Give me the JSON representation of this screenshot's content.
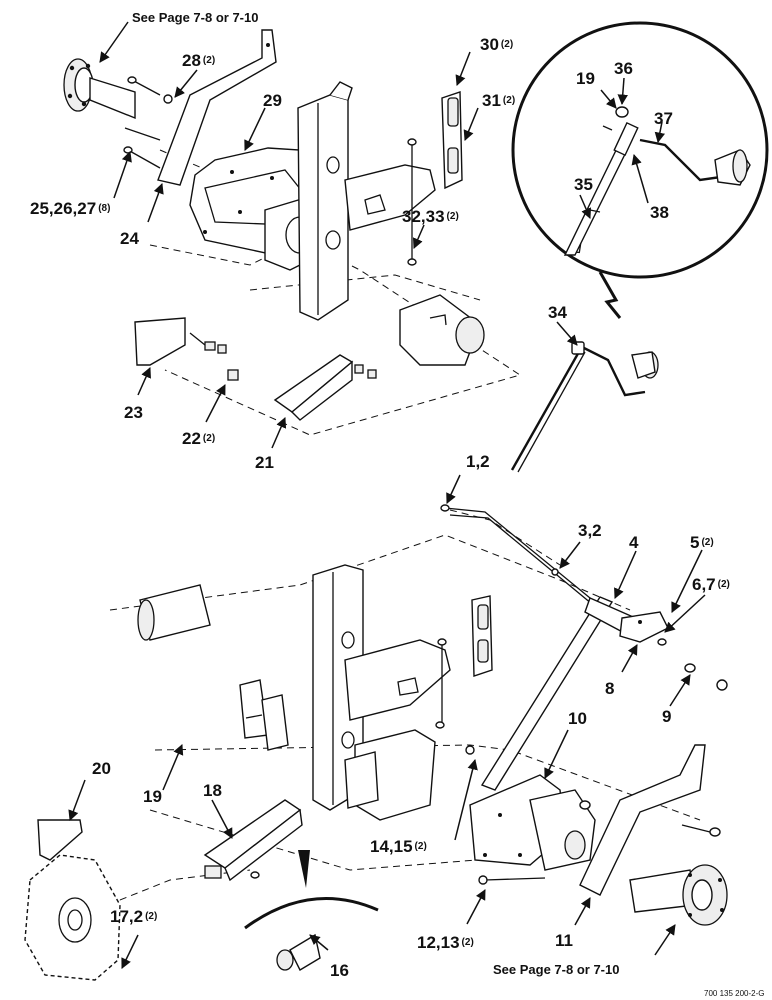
{
  "diagram": {
    "ref_note_top": "See Page 7-8 or 7-10",
    "ref_note_bottom": "See Page 7-8 or 7-10",
    "doc_number": "700 135 200-2-G",
    "callouts": [
      {
        "id": "c28",
        "label": "28",
        "qty": "(2)"
      },
      {
        "id": "c29",
        "label": "29",
        "qty": ""
      },
      {
        "id": "c30",
        "label": "30",
        "qty": "(2)"
      },
      {
        "id": "c31",
        "label": "31",
        "qty": "(2)"
      },
      {
        "id": "c19a",
        "label": "19",
        "qty": ""
      },
      {
        "id": "c36",
        "label": "36",
        "qty": ""
      },
      {
        "id": "c37",
        "label": "37",
        "qty": ""
      },
      {
        "id": "c35",
        "label": "35",
        "qty": ""
      },
      {
        "id": "c38",
        "label": "38",
        "qty": ""
      },
      {
        "id": "c25",
        "label": "25,26,27",
        "qty": "(8)"
      },
      {
        "id": "c24",
        "label": "24",
        "qty": ""
      },
      {
        "id": "c32",
        "label": "32,33",
        "qty": "(2)"
      },
      {
        "id": "c34",
        "label": "34",
        "qty": ""
      },
      {
        "id": "c23",
        "label": "23",
        "qty": ""
      },
      {
        "id": "c22",
        "label": "22",
        "qty": "(2)"
      },
      {
        "id": "c21",
        "label": "21",
        "qty": ""
      },
      {
        "id": "c1",
        "label": "1,2",
        "qty": ""
      },
      {
        "id": "c3",
        "label": "3,2",
        "qty": ""
      },
      {
        "id": "c4",
        "label": "4",
        "qty": ""
      },
      {
        "id": "c5",
        "label": "5",
        "qty": "(2)"
      },
      {
        "id": "c6",
        "label": "6,7",
        "qty": "(2)"
      },
      {
        "id": "c8",
        "label": "8",
        "qty": ""
      },
      {
        "id": "c9",
        "label": "9",
        "qty": ""
      },
      {
        "id": "c10",
        "label": "10",
        "qty": ""
      },
      {
        "id": "c20",
        "label": "20",
        "qty": ""
      },
      {
        "id": "c19b",
        "label": "19",
        "qty": ""
      },
      {
        "id": "c18",
        "label": "18",
        "qty": ""
      },
      {
        "id": "c14",
        "label": "14,15",
        "qty": "(2)"
      },
      {
        "id": "c17",
        "label": "17,2",
        "qty": "(2)"
      },
      {
        "id": "c12",
        "label": "12,13",
        "qty": "(2)"
      },
      {
        "id": "c11",
        "label": "11",
        "qty": ""
      },
      {
        "id": "c16",
        "label": "16",
        "qty": ""
      }
    ]
  }
}
